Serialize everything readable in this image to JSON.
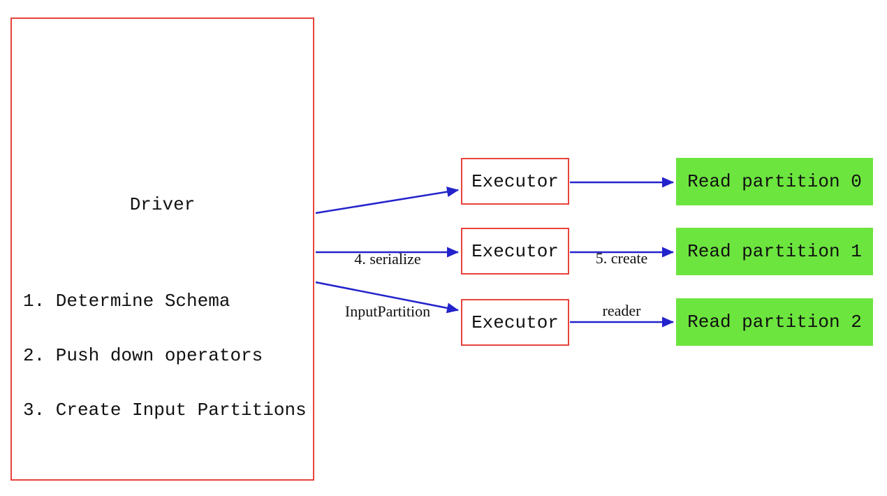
{
  "diagram": {
    "driver": {
      "title": "Driver",
      "steps": [
        "1. Determine Schema",
        "2. Push down operators",
        "3. Create Input Partitions"
      ]
    },
    "executors": [
      {
        "label": "Executor"
      },
      {
        "label": "Executor"
      },
      {
        "label": "Executor"
      }
    ],
    "partitions": [
      {
        "label": "Read partition 0"
      },
      {
        "label": "Read partition 1"
      },
      {
        "label": "Read partition 2"
      }
    ],
    "arrow_labels": {
      "serialize": {
        "line1": "4. serialize",
        "line2": "InputPartition"
      },
      "create_reader": {
        "line1": "5. create",
        "line2": "reader"
      }
    },
    "colors": {
      "box_border": "#e8423c",
      "arrow": "#2323cc",
      "partition_fill": "#6de53f",
      "text": "#111111",
      "bg": "#ffffff"
    }
  }
}
